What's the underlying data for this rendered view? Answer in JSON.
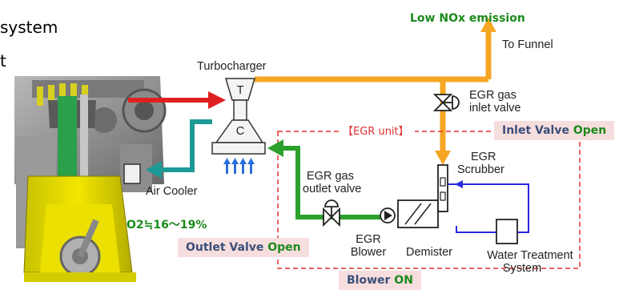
{
  "fragments": {
    "line1": "system",
    "line2": "t"
  },
  "labels": {
    "low_nox": "Low NOx emission",
    "to_funnel": "To Funnel",
    "turbocharger": "Turbocharger",
    "turbine_letter": "T",
    "compressor_letter": "C",
    "egr_inlet_valve_1": "EGR gas",
    "egr_inlet_valve_2": "inlet valve",
    "egr_unit": "【EGR unit】",
    "egr_scrubber_1": "EGR",
    "egr_scrubber_2": "Scrubber",
    "egr_outlet_valve_1": "EGR gas",
    "egr_outlet_valve_2": "outlet valve",
    "air_cooler": "Air Cooler",
    "o2": "O2≒16～19%",
    "egr_blower_1": "EGR",
    "egr_blower_2": "Blower",
    "demister": "Demister",
    "water_treatment_1": "Water Treatment",
    "water_treatment_2": "System"
  },
  "status_boxes": {
    "inlet_valve": {
      "prefix": "Inlet Valve ",
      "state": "Open"
    },
    "outlet_valve": {
      "prefix": "Outlet Valve ",
      "state": "Open"
    },
    "blower": {
      "prefix": "Blower ",
      "state": "ON"
    }
  },
  "colors": {
    "exhaust_line": "#f5a623",
    "hot_gas_line": "#e02020",
    "charge_air_line": "#1e9a96",
    "egr_return_line": "#2ca02c",
    "water_line": "#2828e0",
    "egr_unit_border": "#e03030",
    "status_on_open": "#1c8a1c",
    "status_text": "#3a4f7a",
    "status_bg": "#f7dede"
  }
}
